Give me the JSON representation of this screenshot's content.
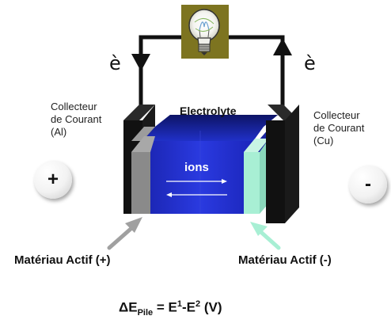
{
  "labels": {
    "electrolyte": "Electrolyte",
    "ions": "ions",
    "electron_left": "è",
    "electron_right": "è",
    "collector_left": [
      "Collecteur",
      "de Courant",
      "(Al)"
    ],
    "collector_right": [
      "Collecteur",
      "de Courant",
      "(Cu)"
    ],
    "active_pos": "Matériau Actif (+)",
    "active_neg": "Matériau Actif (-)",
    "plus": "+",
    "minus": "-"
  },
  "formula": {
    "delta": "ΔE",
    "sub": "Pile",
    "eq": " = E",
    "sup1": "1",
    "dash": "-E",
    "sup2": "2",
    "unit": " (V)"
  },
  "colors": {
    "electrolyte": "#1d2bc8",
    "collector": "#111111",
    "active_pos": "#8a8a8a",
    "active_neg": "#a8efd4",
    "bulb_bg": "#7d7420",
    "wire": "#111111"
  },
  "icons": [
    "light-bulb-icon",
    "arrow-up-icon",
    "arrow-down-icon",
    "ion-arrow-right-icon",
    "ion-arrow-left-icon",
    "pointer-arrow-icon"
  ]
}
